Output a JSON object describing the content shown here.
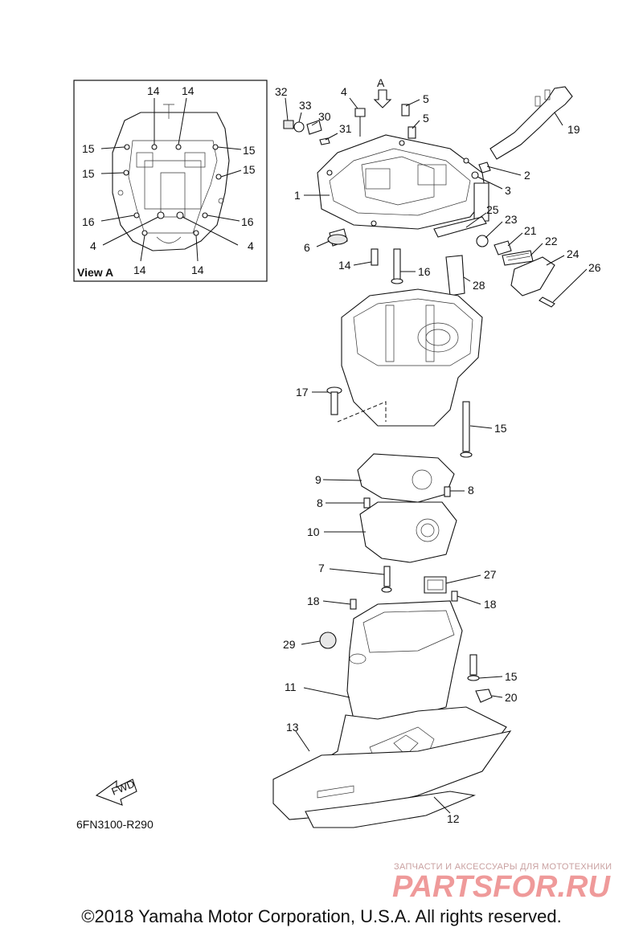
{
  "view_label": "View A",
  "view_arrow_label": "A",
  "fwd_label": "FWD",
  "diagram_code": "6FN3100-R290",
  "copyright": "©2018 Yamaha Motor Corporation, U.S.A. All rights reserved.",
  "watermark": {
    "small_text": "ЗАПЧАСТИ И АКСЕССУАРЫ ДЛЯ МОТОТЕХНИКИ",
    "logo_text": "PARTSFOR.RU"
  },
  "inset_callouts": {
    "c14a": "14",
    "c14b": "14",
    "c15a": "15",
    "c15b": "15",
    "c15c": "15",
    "c15d": "15",
    "c16a": "16",
    "c16b": "16",
    "c4a": "4",
    "c4b": "4",
    "c14c": "14",
    "c14d": "14"
  },
  "callouts": {
    "c32": "32",
    "c33": "33",
    "c4": "4",
    "c30": "30",
    "c31": "31",
    "c5a": "5",
    "c5b": "5",
    "c19": "19",
    "c2": "2",
    "c3": "3",
    "c1": "1",
    "c25": "25",
    "c23": "23",
    "c21": "21",
    "c22": "22",
    "c24": "24",
    "c26": "26",
    "c6": "6",
    "c14": "14",
    "c16": "16",
    "c28": "28",
    "c17": "17",
    "c15": "15",
    "c9": "9",
    "c8a": "8",
    "c8b": "8",
    "c10": "10",
    "c7": "7",
    "c27": "27",
    "c18a": "18",
    "c18b": "18",
    "c29": "29",
    "c15b": "15",
    "c11": "11",
    "c20": "20",
    "c13": "13",
    "c12": "12"
  }
}
